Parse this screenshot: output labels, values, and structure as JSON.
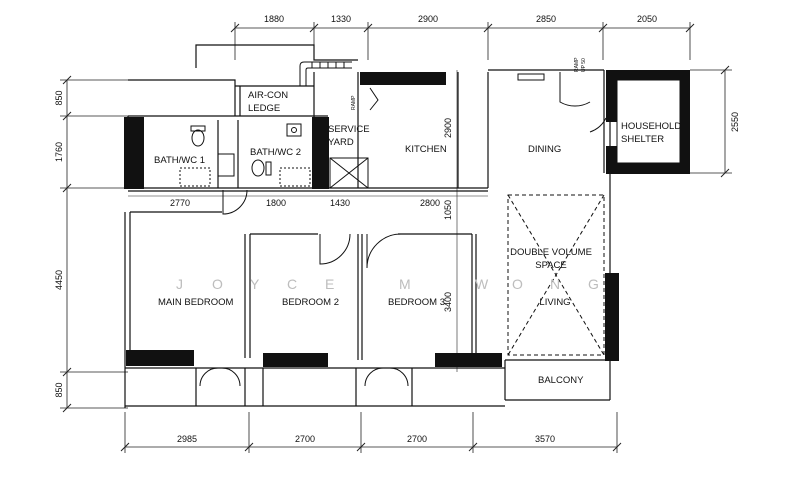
{
  "dimensions": {
    "top": [
      "1880",
      "1330",
      "2900",
      "2850",
      "2050"
    ],
    "bottom": [
      "2985",
      "2700",
      "2700",
      "3570"
    ],
    "left": [
      "850",
      "1760",
      "4450",
      "850"
    ],
    "right": [
      "2550"
    ],
    "inner_row": [
      "2770",
      "1800",
      "1430",
      "2800"
    ],
    "inner_vertical": [
      "2900",
      "1050",
      "3400"
    ]
  },
  "rooms": {
    "aircon_ledge": [
      "AIR-CON",
      "LEDGE"
    ],
    "bath_wc_1": "BATH/WC 1",
    "bath_wc_2": "BATH/WC 2",
    "service_yard": [
      "SERVICE",
      "YARD"
    ],
    "kitchen": "KITCHEN",
    "dining": "DINING",
    "household_shelter": [
      "HOUSEHOLD",
      "SHELTER"
    ],
    "main_bedroom": "MAIN BEDROOM",
    "bedroom_2": "BEDROOM 2",
    "bedroom_3": "BEDROOM 3",
    "double_volume_space": [
      "DOUBLE VOLUME",
      "SPACE"
    ],
    "living": "LIVING",
    "balcony": "BALCONY"
  },
  "ramp_labels": [
    "RAMP",
    "UP 50",
    "RAMP"
  ],
  "watermark": [
    "J",
    "O",
    "Y",
    "C",
    "E",
    "M",
    "W",
    "O",
    "N",
    "G"
  ]
}
